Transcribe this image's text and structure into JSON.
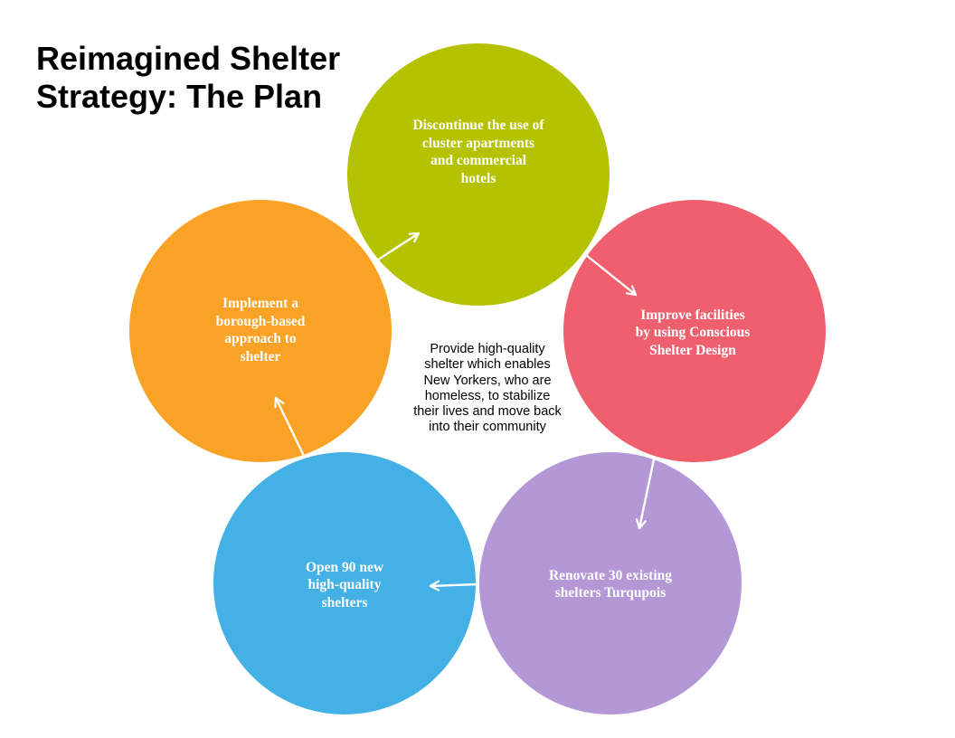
{
  "title": {
    "line1": "Reimagined Shelter",
    "line2": "Strategy: The Plan"
  },
  "center_text": "Provide high-quality\nshelter which enables\nNew Yorkers, who are\nhomeless, to stabilize\ntheir lives and move back\ninto their community",
  "steps": [
    {
      "label": "Discontinue the use of\ncluster apartments\nand commercial\nhotels",
      "color": "#b5c200"
    },
    {
      "label": "Improve facilities\nby using Conscious\nShelter Design",
      "color": "#f05f6e"
    },
    {
      "label": "Renovate 30 existing\nshelters Turqupois",
      "color": "#b497d5"
    },
    {
      "label": "Open 90 new\nhigh-quality\nshelters",
      "color": "#43b1e6"
    },
    {
      "label": "Implement a\nborough-based\napproach to\nshelter",
      "color": "#f9a225"
    }
  ],
  "arrow_color": "#ffffff"
}
